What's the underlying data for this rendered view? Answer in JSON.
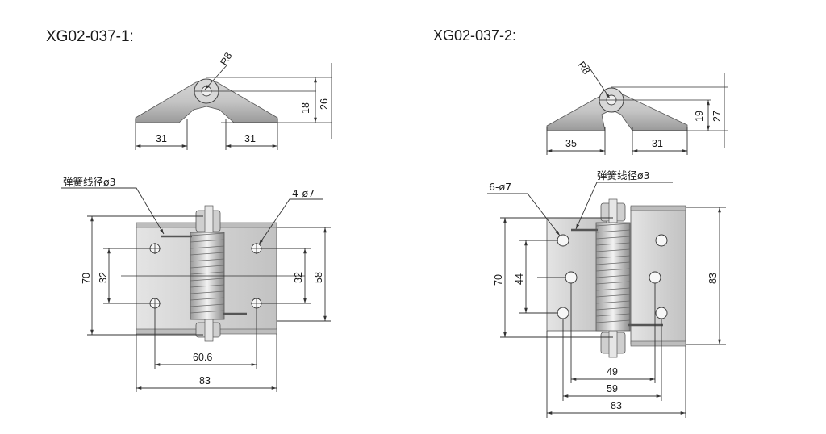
{
  "left": {
    "title": "XG02-037-1:",
    "top": {
      "radius": "R8",
      "h_inner": "18",
      "h_outer": "26",
      "w_left": "31",
      "w_right": "31"
    },
    "front": {
      "spring_note": "弹簧线径ø3",
      "holes_note": "4-ø7",
      "h_total": "70",
      "h_pitch_left": "32",
      "h_pitch_right": "32",
      "h_leaf": "58",
      "w_holes": "60.6",
      "w_total": "83"
    }
  },
  "right": {
    "title": "XG02-037-2:",
    "top": {
      "radius": "R8",
      "h_inner": "19",
      "h_outer": "27",
      "w_left": "35",
      "w_right": "31"
    },
    "front": {
      "spring_note": "弹簧线径ø3",
      "holes_note": "6-ø7",
      "h_total": "70",
      "h_pitch": "44",
      "h_leaf": "83",
      "w_holes_inner": "49",
      "w_holes_outer": "59",
      "w_total": "83"
    }
  }
}
